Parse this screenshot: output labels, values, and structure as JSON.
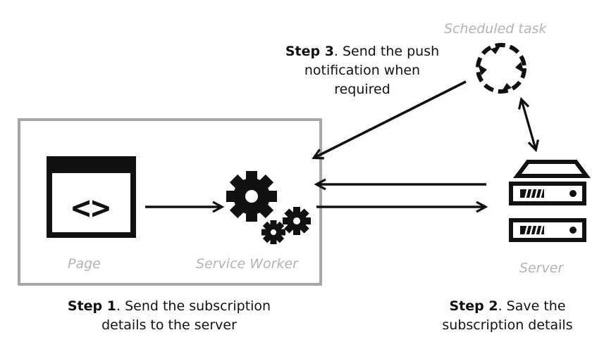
{
  "labels": {
    "scheduled_task": "Scheduled task",
    "page": "Page",
    "service_worker": "Service Worker",
    "server": "Server"
  },
  "code_glyph": "<>",
  "steps": {
    "step1": {
      "bold": "Step 1",
      "text": ". Send the subscription",
      "line2": "details to the server"
    },
    "step2": {
      "bold": "Step 2",
      "text": ". Save the",
      "line2": "subscription details"
    },
    "step3": {
      "bold": "Step 3",
      "text": ". Send the push",
      "line2": "notification when",
      "line3": "required"
    }
  },
  "colors": {
    "ink": "#111111",
    "frame": "#a6a6a6",
    "label_gray": "#b3b3b3"
  }
}
